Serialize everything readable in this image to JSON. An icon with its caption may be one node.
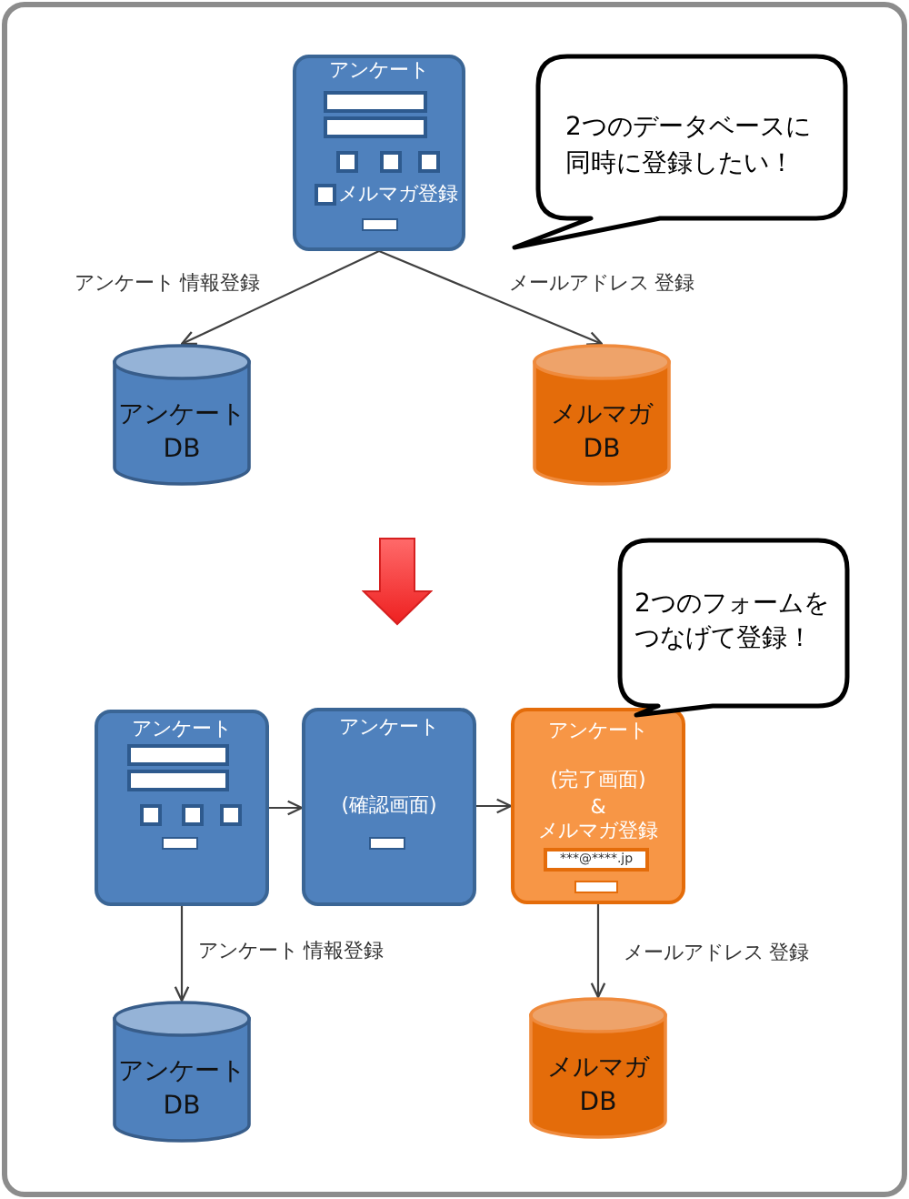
{
  "diagram": {
    "nodes": [
      {
        "text": [
          "アンケート",
          "メルマガ登録"
        ]
      },
      {
        "text": [
          "2つのデータベースに同時に登録したい！"
        ]
      },
      {
        "text": [
          "アンケートDB"
        ]
      },
      {
        "text": [
          "メルマガDB"
        ]
      },
      {
        "text": [
          "2つのフォームをつなげて登録！"
        ]
      },
      {
        "text": [
          "アンケート"
        ]
      },
      {
        "text": [
          "アンケート",
          "(確認画面)"
        ]
      },
      {
        "text": [
          "アンケート",
          "(完了画面)",
          "&",
          "メルマガ登録",
          "***@****.jp"
        ]
      },
      {
        "text": [
          "アンケートDB"
        ]
      },
      {
        "text": [
          "メルマガDB"
        ]
      }
    ],
    "edges": [
      {
        "from": 0,
        "to": 2,
        "arrow": "to",
        "label": "アンケート 情報登録"
      },
      {
        "from": 0,
        "to": 3,
        "arrow": "to",
        "label": "メールアドレス 登録"
      },
      {
        "from": 5,
        "to": 6,
        "arrow": "to"
      },
      {
        "from": 6,
        "to": 7,
        "arrow": "to"
      },
      {
        "from": 5,
        "to": 8,
        "arrow": "to",
        "label": "アンケート 情報登録"
      },
      {
        "from": 7,
        "to": 9,
        "arrow": "to",
        "label": "メールアドレス 登録"
      }
    ]
  }
}
